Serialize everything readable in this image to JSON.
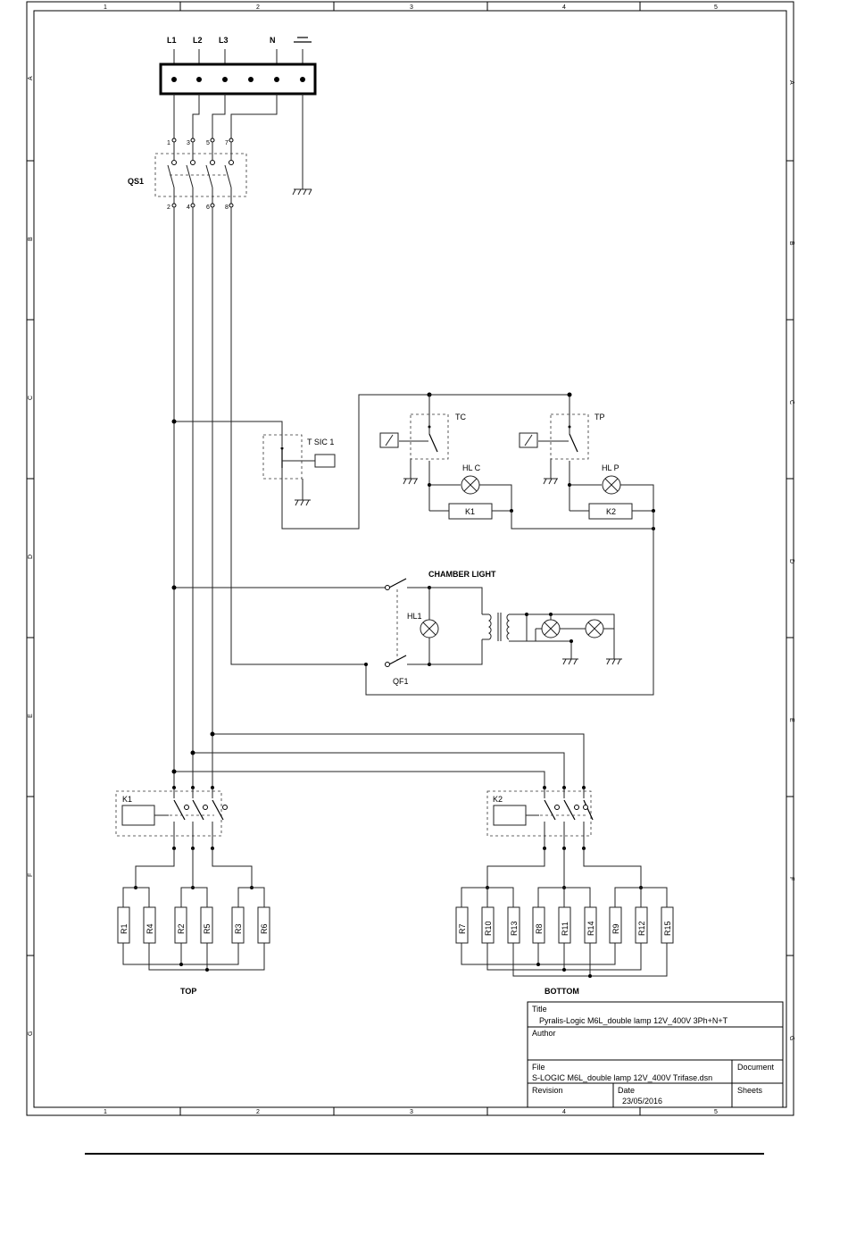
{
  "frame": {
    "columns": [
      "1",
      "2",
      "3",
      "4",
      "5"
    ],
    "rows": [
      "A",
      "B",
      "C",
      "D",
      "E",
      "F",
      "G"
    ]
  },
  "supply": {
    "terminals": [
      "L1",
      "L2",
      "L3",
      "N",
      "earth-symbol"
    ]
  },
  "qs1": {
    "name": "QS1",
    "top_pins": [
      "1",
      "3",
      "5",
      "7"
    ],
    "bottom_pins": [
      "2",
      "4",
      "6",
      "8"
    ]
  },
  "control": {
    "tsic": "T SIC 1",
    "tc": "TC",
    "tp": "TP",
    "hlc": "HL C",
    "hlp": "HL P",
    "k1": "K1",
    "k2": "K2"
  },
  "chamber": {
    "title": "CHAMBER LIGHT",
    "hl1": "HL1",
    "qf1": "QF1"
  },
  "contactors": {
    "k1": "K1",
    "k2": "K2"
  },
  "resistors": {
    "top": [
      "R1",
      "R4",
      "R2",
      "R5",
      "R3",
      "R6"
    ],
    "bottom": [
      "R7",
      "R10",
      "R13",
      "R8",
      "R11",
      "R14",
      "R9",
      "R12",
      "R15"
    ],
    "top_label": "TOP",
    "bottom_label": "BOTTOM"
  },
  "titleblock": {
    "title_label": "Title",
    "title_value": "Pyralis-Logic M6L_double lamp 12V_400V 3Ph+N+T",
    "author_label": "Author",
    "file_label": "File",
    "file_value": "S-LOGIC M6L_double lamp 12V_400V Trifase.dsn",
    "document_label": "Document",
    "revision_label": "Revision",
    "date_label": "Date",
    "date_value": "23/05/2016",
    "sheets_label": "Sheets"
  }
}
